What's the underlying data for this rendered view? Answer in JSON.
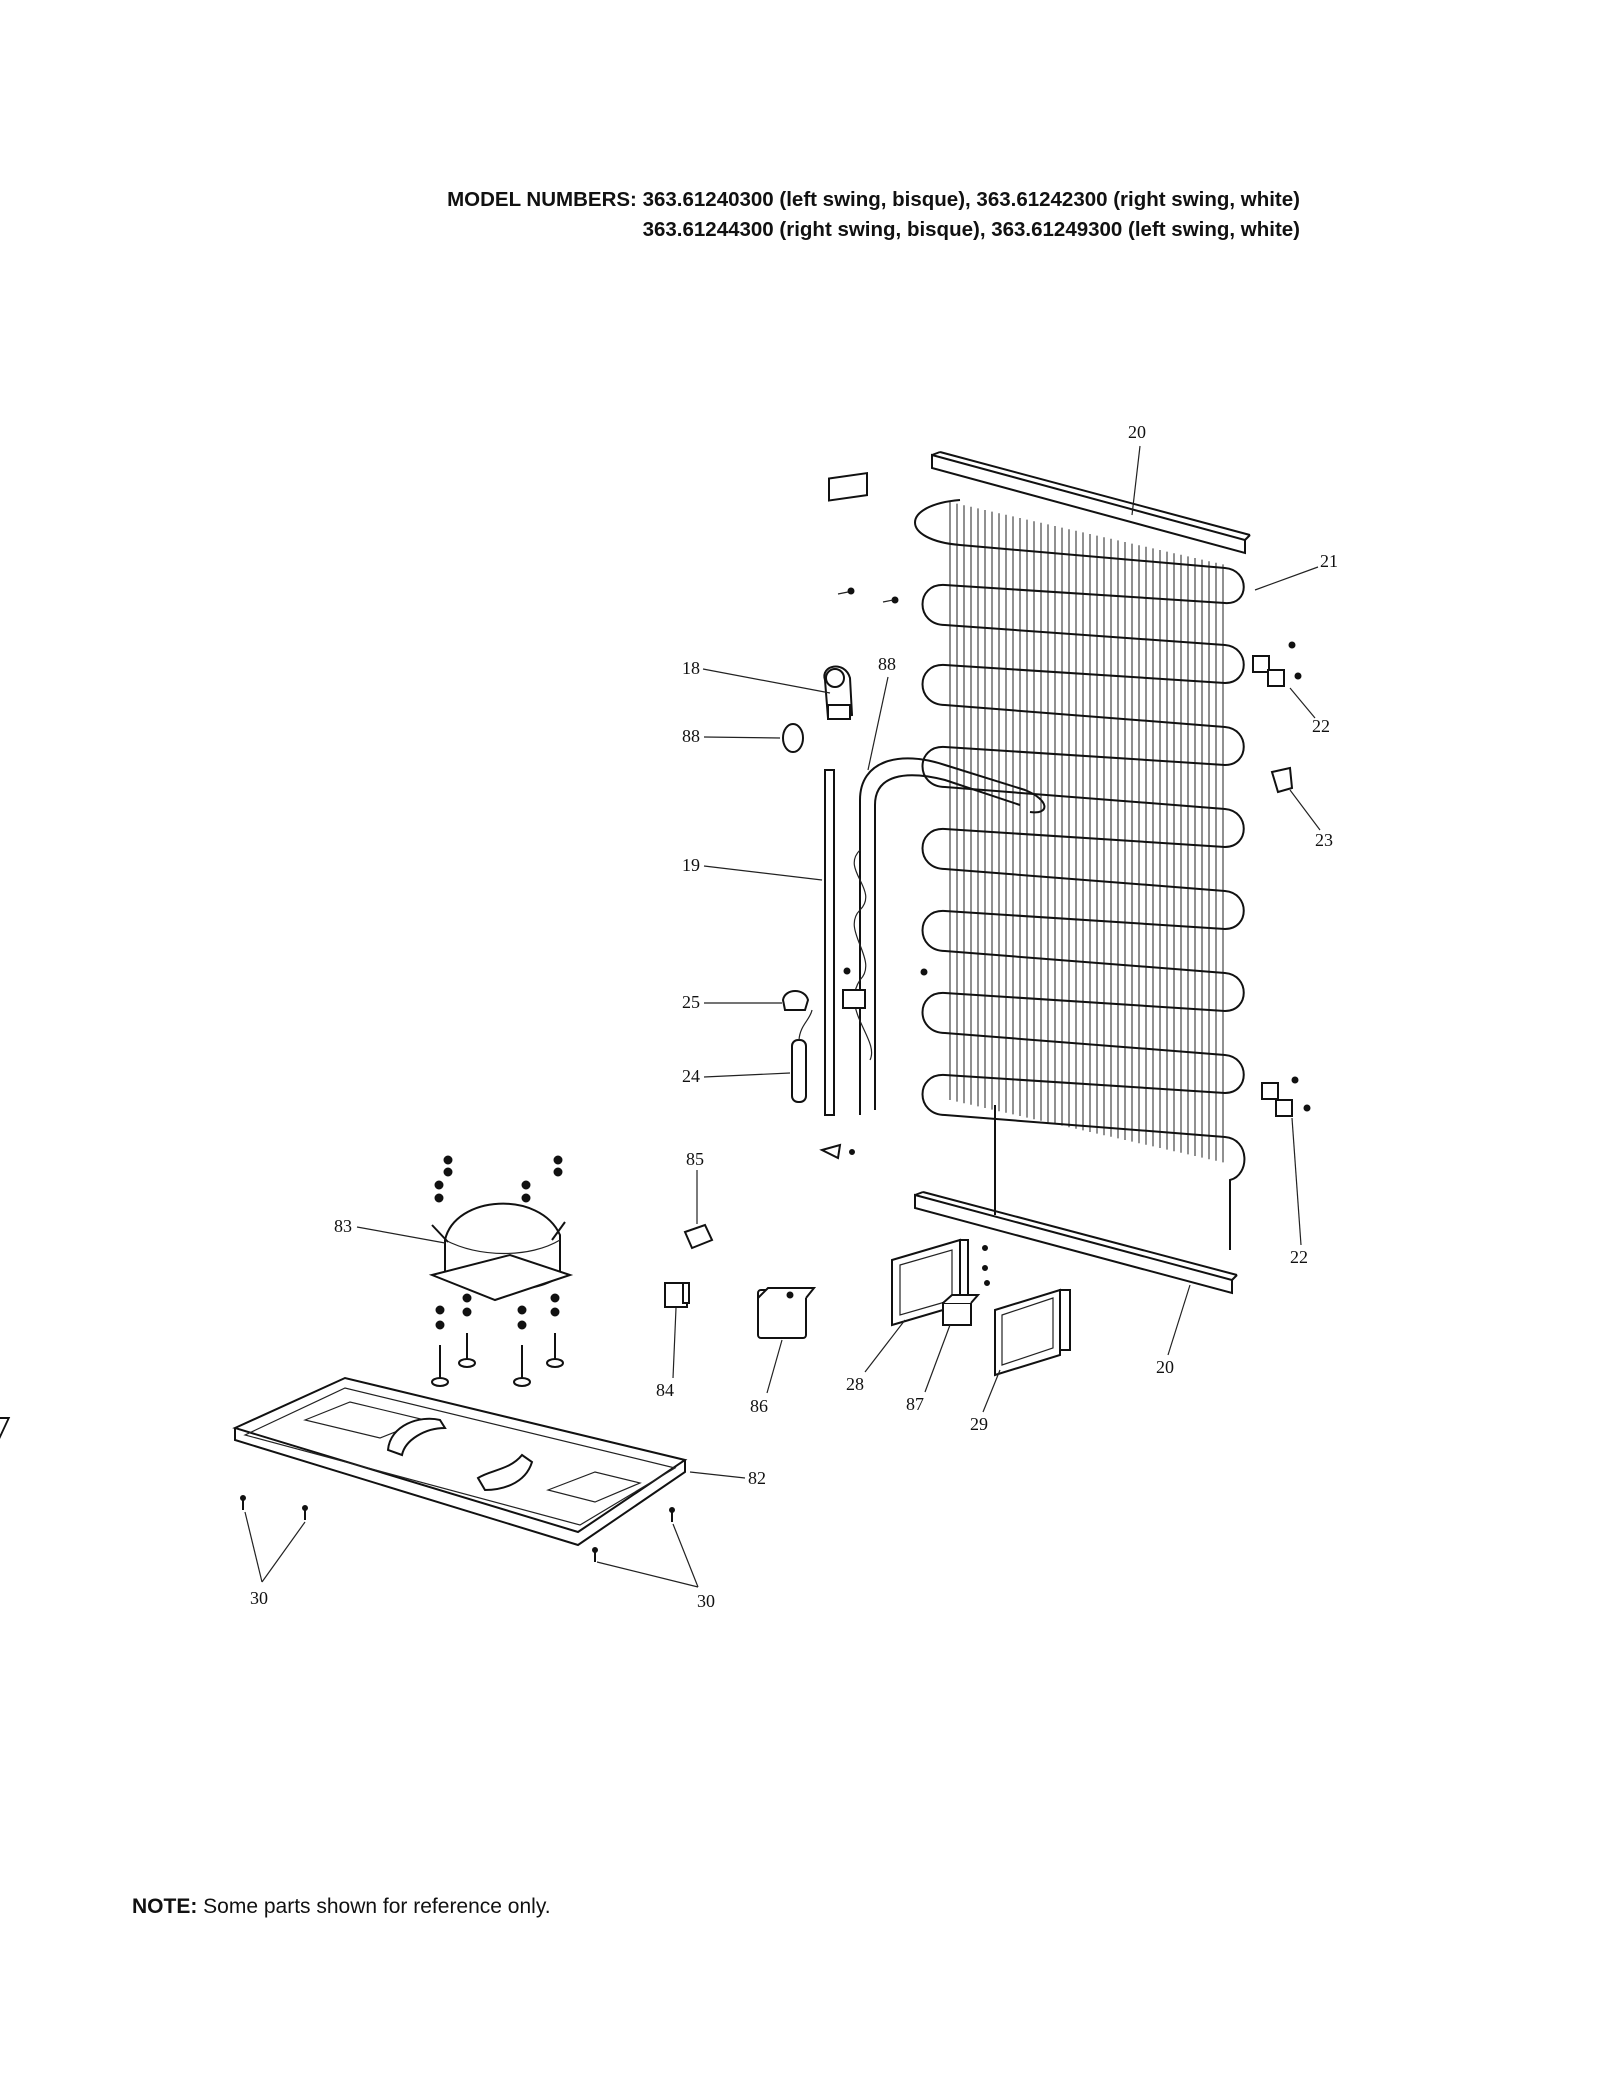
{
  "header": {
    "label": "MODEL NUMBERS:",
    "line1": " 363.61240300 (left swing, bisque), 363.61242300 (right swing, white)",
    "line2": "363.61244300 (right swing, bisque), 363.61249300 (left swing, white)"
  },
  "note": {
    "label": "NOTE:",
    "text": " Some parts shown for reference only."
  },
  "callouts": {
    "c20_top": "20",
    "c21": "21",
    "c18": "18",
    "c88_right": "88",
    "c88_left": "88",
    "c22_top": "22",
    "c23": "23",
    "c19": "19",
    "c25": "25",
    "c24": "24",
    "c85": "85",
    "c83": "83",
    "c22_bottom": "22",
    "c20_bottom": "20",
    "c84": "84",
    "c86": "86",
    "c28": "28",
    "c87": "87",
    "c29": "29",
    "c82": "82",
    "c30_left": "30",
    "c30_right": "30"
  }
}
